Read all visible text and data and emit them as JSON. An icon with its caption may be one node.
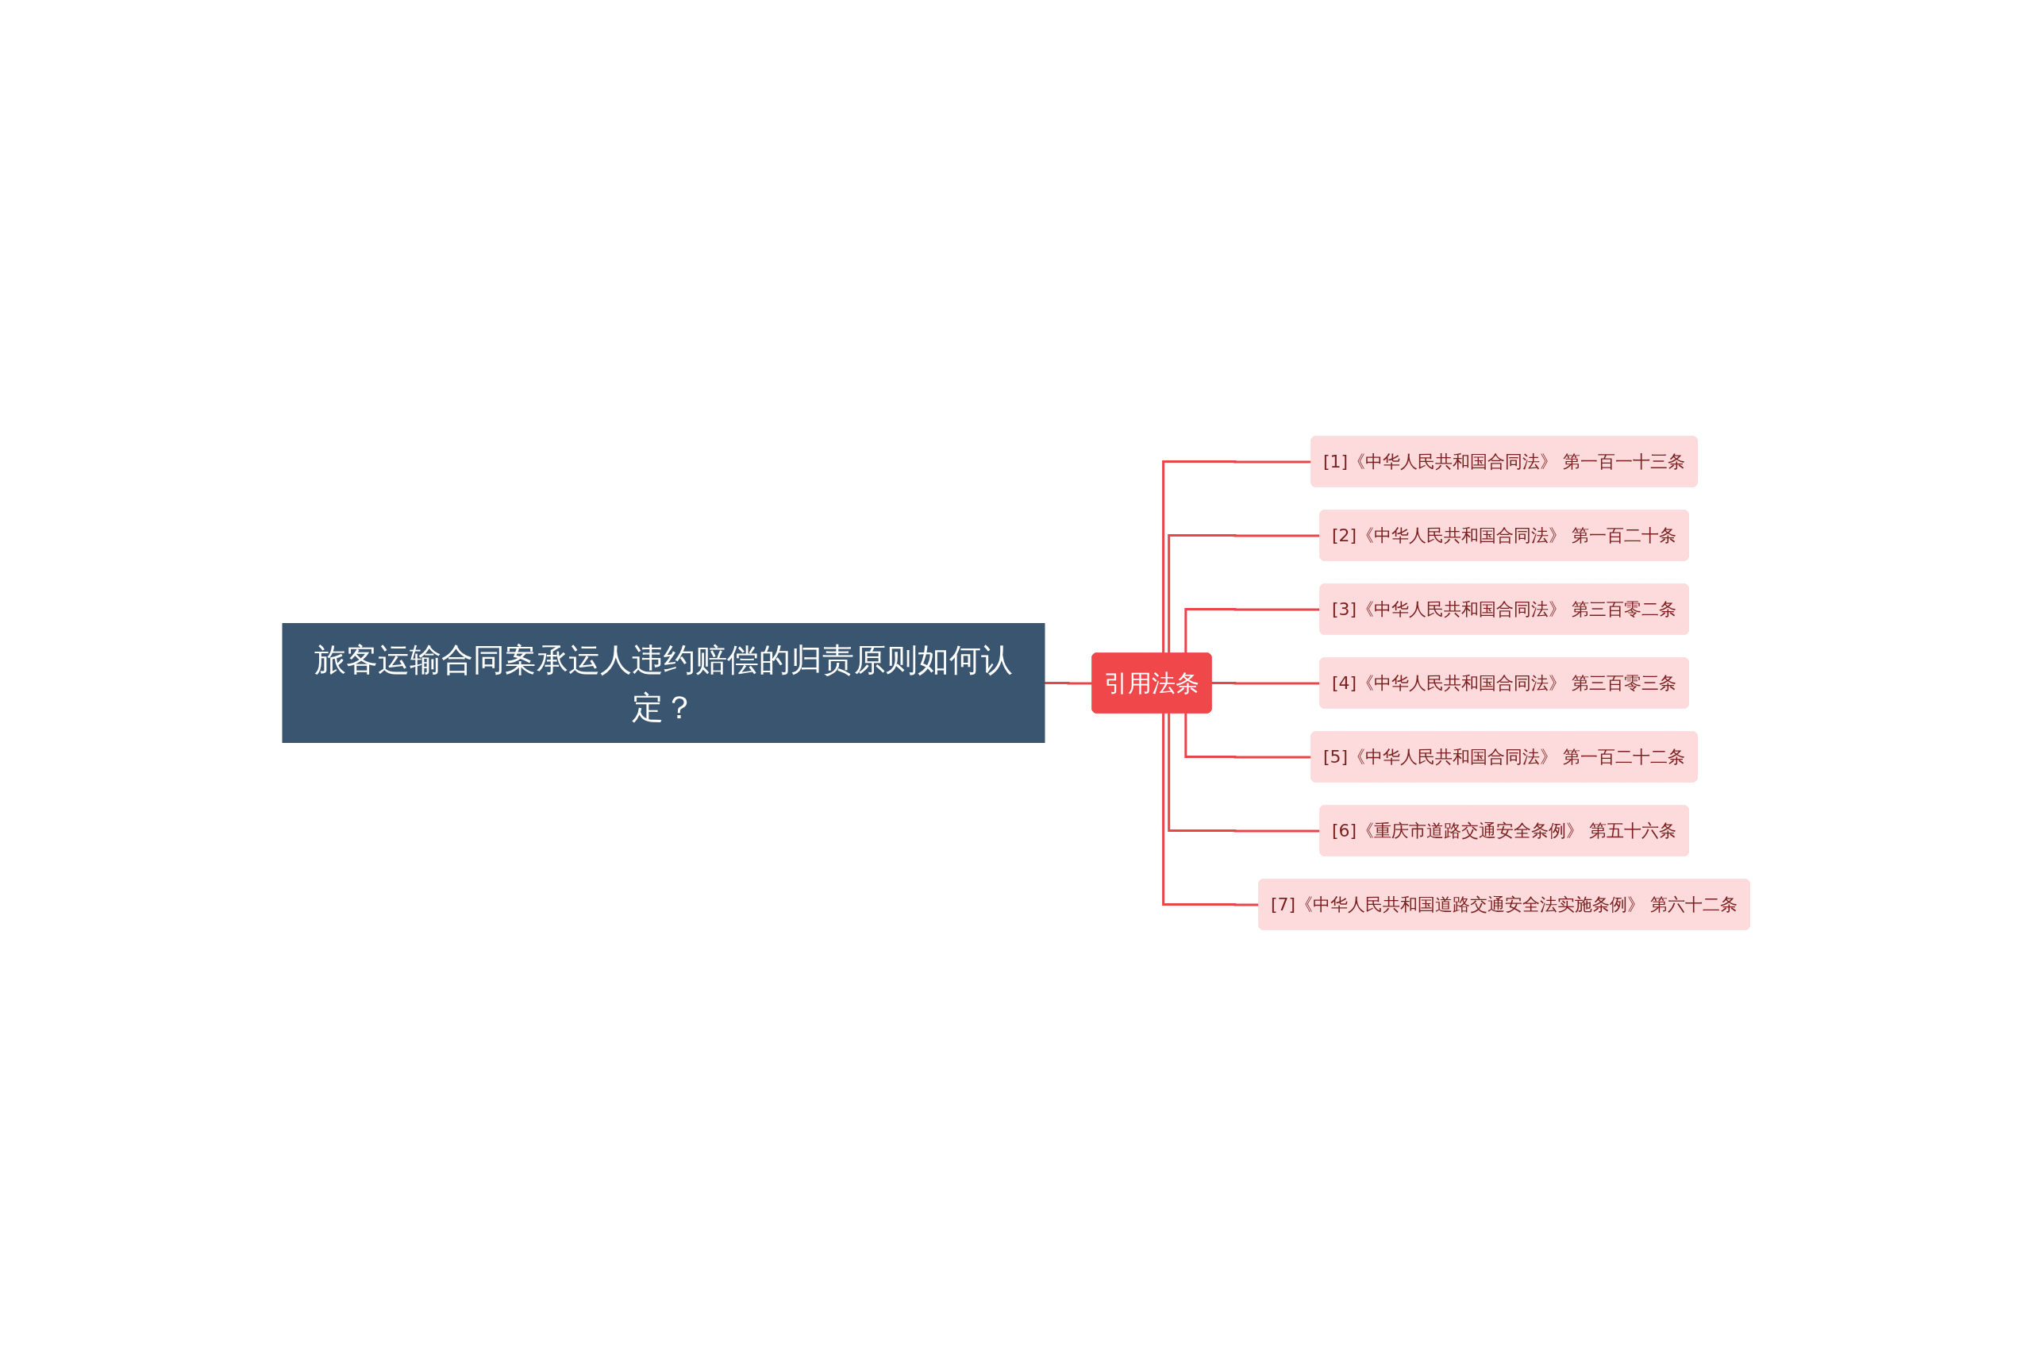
{
  "diagram": {
    "nodes": [
      {
        "text": [
          "旅客运输合同案承运人违约赔偿的归责原则如何认定？"
        ]
      },
      {
        "text": [
          "引用法条"
        ]
      },
      {
        "text": [
          "[1]《中华人民共和国合同法》 第一百一十三条"
        ]
      },
      {
        "text": [
          "[2]《中华人民共和国合同法》 第一百二十条"
        ]
      },
      {
        "text": [
          "[3]《中华人民共和国合同法》 第三百零二条"
        ]
      },
      {
        "text": [
          "[4]《中华人民共和国合同法》 第三百零三条"
        ]
      },
      {
        "text": [
          "[5]《中华人民共和国合同法》 第一百二十二条"
        ]
      },
      {
        "text": [
          "[6]《重庆市道路交通安全条例》 第五十六条"
        ]
      },
      {
        "text": [
          "[7]《中华人民共和国道路交通安全法实施条例》 第六十二条"
        ]
      }
    ],
    "edges": [
      {
        "from": 0,
        "to": 1,
        "arrow": "none"
      },
      {
        "from": 1,
        "to": 2,
        "arrow": "none"
      },
      {
        "from": 1,
        "to": 3,
        "arrow": "none"
      },
      {
        "from": 1,
        "to": 4,
        "arrow": "none"
      },
      {
        "from": 1,
        "to": 5,
        "arrow": "none"
      },
      {
        "from": 1,
        "to": 6,
        "arrow": "none"
      },
      {
        "from": 1,
        "to": 7,
        "arrow": "none"
      },
      {
        "from": 1,
        "to": 8,
        "arrow": "none"
      }
    ]
  }
}
